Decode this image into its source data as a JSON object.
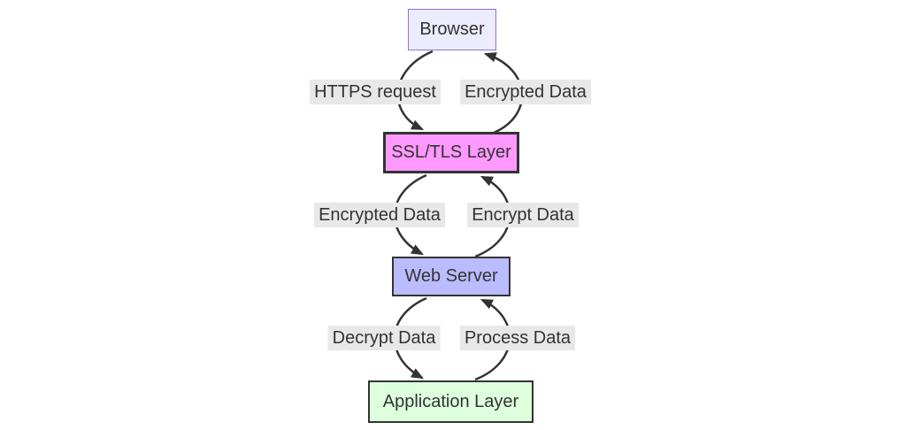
{
  "diagram": {
    "type": "flowchart",
    "direction": "top-down",
    "background": "#ffffff",
    "nodes": [
      {
        "id": "browser",
        "label": "Browser",
        "fill": "#ECECFF",
        "stroke": "#9370DB"
      },
      {
        "id": "ssl-tls-layer",
        "label": "SSL/TLS Layer",
        "fill": "#FF99FF",
        "stroke": "#333333"
      },
      {
        "id": "web-server",
        "label": "Web Server",
        "fill": "#BBBBFF",
        "stroke": "#333333"
      },
      {
        "id": "application-layer",
        "label": "Application Layer",
        "fill": "#DDFFDD",
        "stroke": "#333333"
      }
    ],
    "edges": [
      {
        "from": "Browser",
        "to": "SSL/TLS Layer",
        "label": "HTTPS request"
      },
      {
        "from": "SSL/TLS Layer",
        "to": "Browser",
        "label": "Encrypted Data"
      },
      {
        "from": "SSL/TLS Layer",
        "to": "Web Server",
        "label": "Encrypted Data"
      },
      {
        "from": "Web Server",
        "to": "SSL/TLS Layer",
        "label": "Encrypt Data"
      },
      {
        "from": "Web Server",
        "to": "Application Layer",
        "label": "Decrypt Data"
      },
      {
        "from": "Application Layer",
        "to": "Web Server",
        "label": "Process Data"
      }
    ],
    "style": {
      "edge_color": "#333333",
      "edge_label_bg": "#e8e8e8",
      "text_color": "#333333"
    }
  }
}
